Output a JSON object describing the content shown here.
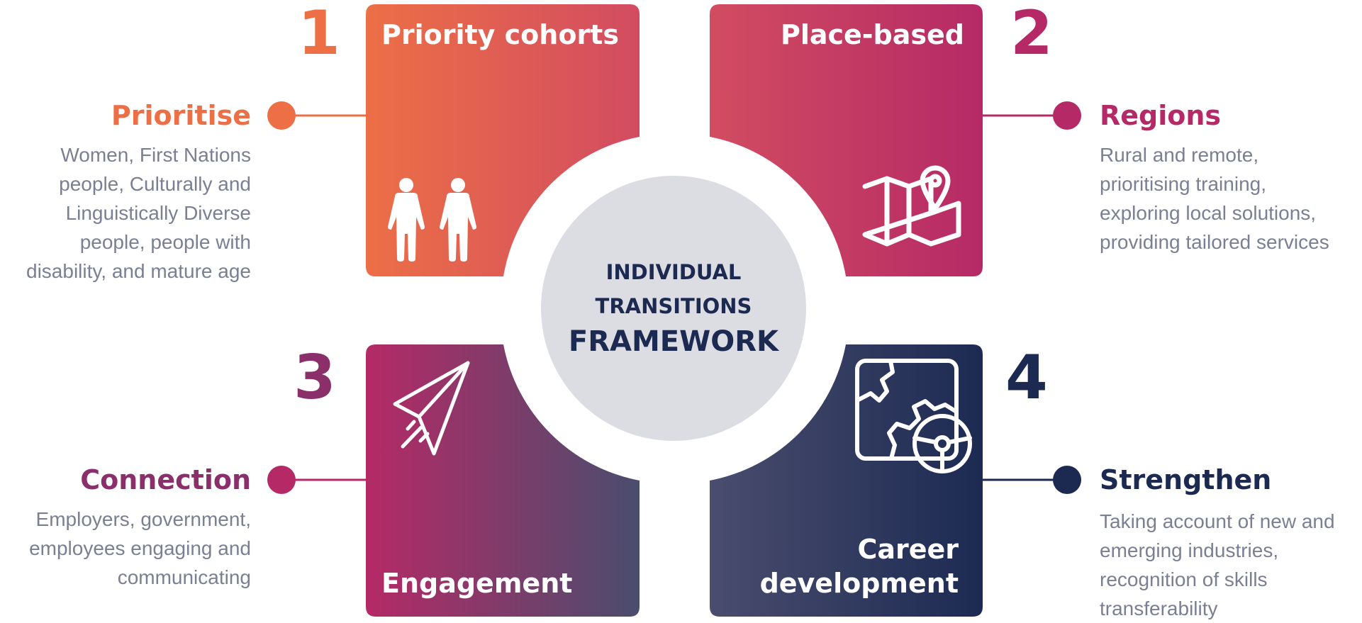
{
  "center": {
    "line1": "INDIVIDUAL",
    "line2": "TRANSITIONS",
    "line3": "FRAMEWORK"
  },
  "quadrants": [
    {
      "number": "1",
      "label": "Priority cohorts",
      "icon": "people-icon",
      "side_title": "Prioritise",
      "side_text": [
        "Women, First Nations",
        "people, Culturally and",
        "Linguistically Diverse",
        "people, people with",
        "disability, and mature age"
      ],
      "color": "#ec6f46"
    },
    {
      "number": "2",
      "label": "Place-based",
      "icon": "map-pin-icon",
      "side_title": "Regions",
      "side_text": [
        "Rural and remote,",
        "prioritising training,",
        "exploring local solutions,",
        "providing tailored services"
      ],
      "color": "#b52a66"
    },
    {
      "number": "3",
      "label": "Engagement",
      "icon": "paper-plane-icon",
      "side_title": "Connection",
      "side_text": [
        "Employers, government,",
        "employees engaging and",
        "communicating"
      ],
      "color": "#8b2f6b"
    },
    {
      "number": "4",
      "label_lines": [
        "Career",
        "development"
      ],
      "icon": "map-steering-wheel-icon",
      "side_title": "Strengthen",
      "side_text": [
        "Taking account of new and",
        "emerging industries,",
        "recognition of skills",
        "transferability"
      ],
      "color": "#1c2a52"
    }
  ],
  "colors": {
    "orange": "#ec6f46",
    "magenta": "#b52a66",
    "plum": "#8b2f6b",
    "navy": "#1c2a52",
    "slate": "#4a4d6e",
    "center_fill": "#dcdde3",
    "text_gray": "#7b7f93"
  }
}
